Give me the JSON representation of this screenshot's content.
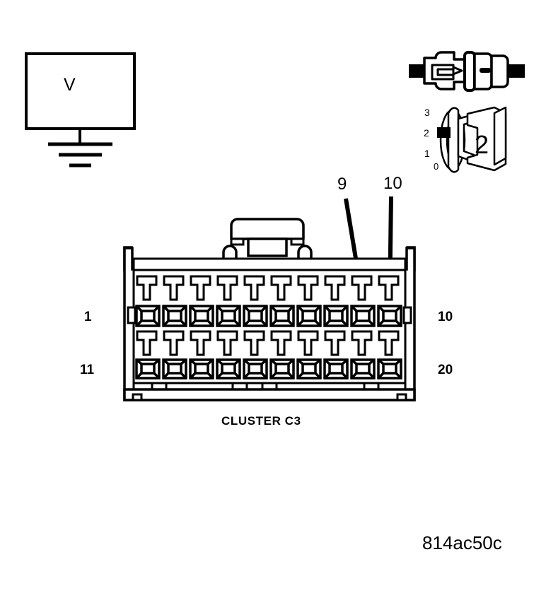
{
  "figure": {
    "code": "814ac50c",
    "caption": "CLUSTER C3"
  },
  "meter": {
    "symbol": "V",
    "name": "voltmeter",
    "ground_symbol": "chassis-ground"
  },
  "rotary_switch": {
    "scale": [
      "3",
      "2",
      "1",
      "0"
    ],
    "selected": "2",
    "knob_label": "2"
  },
  "inline_connector": {
    "name": "inline-connector-pair"
  },
  "connector": {
    "name": "CLUSTER C3",
    "cavities_per_row": 10,
    "rows": 2,
    "total_cavities": 20,
    "pin_labels": {
      "top_left": "1",
      "top_right": "10",
      "bottom_left": "11",
      "bottom_right": "20"
    }
  },
  "callouts": [
    {
      "label": "9",
      "target_cavity": 9,
      "arrow": "slanted"
    },
    {
      "label": "10",
      "target_cavity": 10,
      "arrow": "vertical"
    }
  ],
  "colors": {
    "line": "#000000",
    "background": "#ffffff"
  }
}
